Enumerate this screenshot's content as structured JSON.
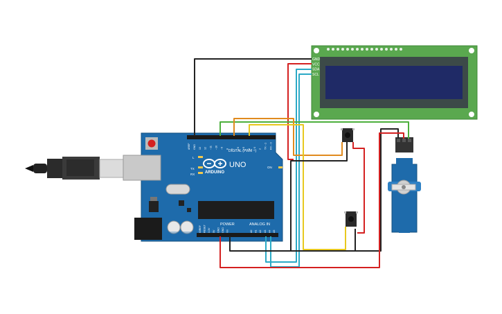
{
  "arduino": {
    "brand": "ARDUINO",
    "model": "UNO",
    "digital_label": "DIGITAL (PWM ~)",
    "power_label": "POWER",
    "analog_label": "ANALOG IN",
    "on_label": "ON",
    "tx_label": "TX",
    "rx_label": "RX",
    "l_label": "L",
    "digital_pins": [
      "AREF",
      "GND",
      "13",
      "12",
      "~11",
      "~10",
      "~9",
      "8",
      "7",
      "~6",
      "~5",
      "4",
      "~3",
      "2",
      "TX→1",
      "RX←0"
    ],
    "power_pins": [
      "IOREF",
      "RESET",
      "3.3V",
      "5V",
      "GND",
      "GND",
      "Vin"
    ],
    "analog_pins": [
      "A0",
      "A1",
      "A2",
      "A3",
      "A4",
      "A5"
    ]
  },
  "lcd": {
    "pins": [
      "GND",
      "VCC",
      "SDA",
      "SCL"
    ]
  },
  "colors": {
    "board": "#1e6bab",
    "lcd_pcb": "#5aa84f",
    "lcd_screen": "#1f2a66",
    "servo": "#1e6bab",
    "wire_red": "#d42020",
    "wire_black": "#222222",
    "wire_cyan": "#2aa9c6",
    "wire_orange": "#e08a1e",
    "wire_yellow": "#e8c81e",
    "wire_green": "#4caf3c"
  },
  "icons": [
    "usb-cable-icon",
    "arduino-logo-icon",
    "pushbutton-icon",
    "servo-motor-icon"
  ]
}
